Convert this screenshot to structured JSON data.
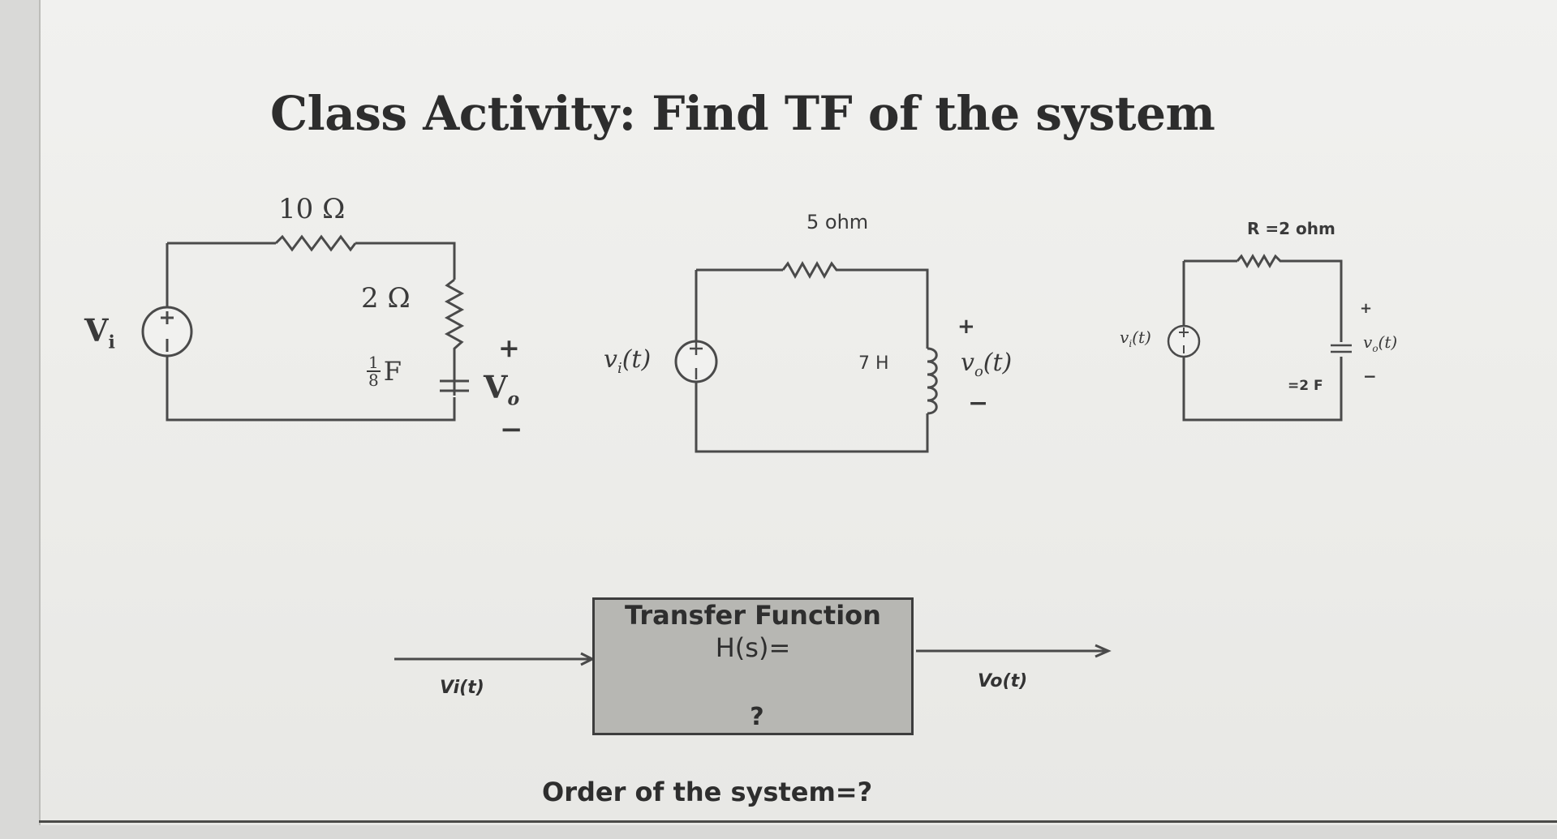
{
  "title": "Class Activity:  Find TF of the system",
  "circuit1": {
    "r_series": "10 Ω",
    "r_parallel": "2 Ω",
    "c_frac_num": "1",
    "c_frac_den": "8",
    "c_unit": "F",
    "source_label": "V",
    "source_sub": "i",
    "out_plus": "+",
    "out_label": "V",
    "out_sub": "o",
    "out_minus": "−"
  },
  "circuit2": {
    "resistor": "5 ohm",
    "inductor": "7 H",
    "source_label": "v",
    "source_sub": "i",
    "source_arg": "(t)",
    "out_plus": "+",
    "out_label": "v",
    "out_sub": "o",
    "out_arg": "(t)",
    "out_minus": "−"
  },
  "circuit3": {
    "resistor": "R =2 ohm",
    "capacitor": "=2 F",
    "source_label": "v",
    "source_sub": "i",
    "source_arg": "(t)",
    "out_plus": "+",
    "out_label": "v",
    "out_sub": "o",
    "out_arg": "(t)",
    "out_minus": "−"
  },
  "block": {
    "heading": "Transfer Function",
    "equation": "H(s)=",
    "unknown": "?",
    "input_label": "Vi(t)",
    "output_label": "Vo(t)"
  },
  "question": "Order of the system=?",
  "colors": {
    "ink": "#3a3a3a",
    "box_fill": "#b7b7b3",
    "paper": "#eeeeec"
  }
}
